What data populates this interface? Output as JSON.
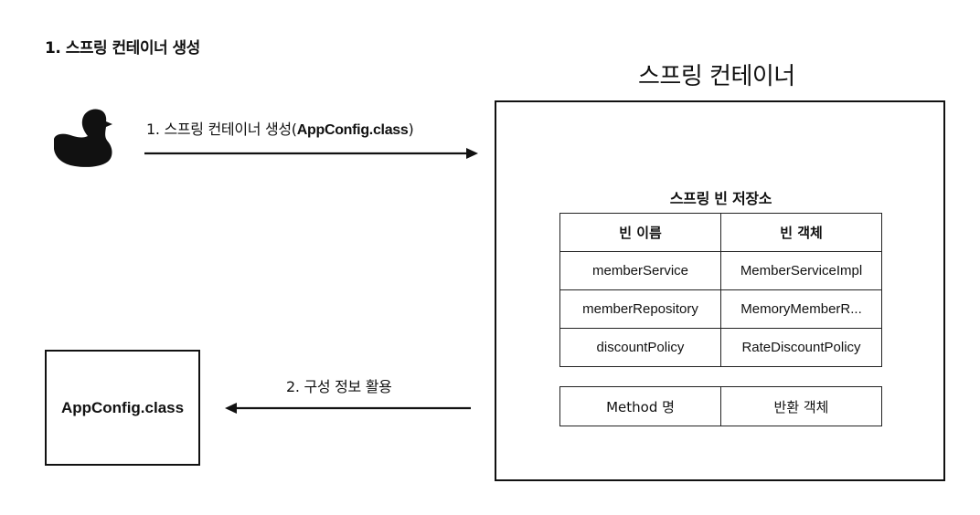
{
  "heading": "1. 스프링 컨테이너 생성",
  "container": {
    "title": "스프링 컨테이너"
  },
  "create_arrow": {
    "label_prefix": "1. 스프링 컨테이너 생성(",
    "label_bold": "AppConfig.class",
    "label_suffix": ")"
  },
  "usage_arrow": {
    "label": "2. 구성 정보 활용"
  },
  "bean_repository": {
    "title": "스프링 빈 저장소",
    "headers": [
      "빈 이름",
      "빈 객체"
    ],
    "rows": [
      [
        "memberService",
        "MemberServiceImpl"
      ],
      [
        "memberRepository",
        "MemoryMemberR..."
      ],
      [
        "discountPolicy",
        "RateDiscountPolicy"
      ]
    ]
  },
  "method_table": {
    "cells": [
      "Method 명",
      "반환 객체"
    ]
  },
  "config_box": {
    "label": "AppConfig.class"
  },
  "icons": {
    "client": "duck-icon"
  },
  "colors": {
    "line": "#111111",
    "background": "#ffffff"
  }
}
